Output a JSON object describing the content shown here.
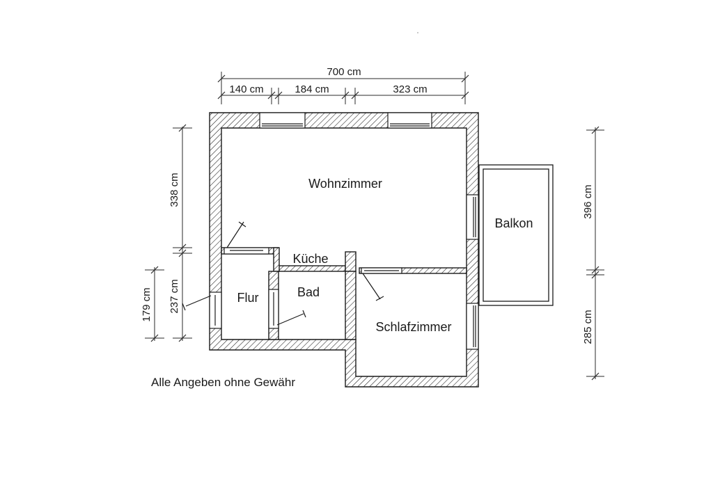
{
  "dimensions": {
    "total_width": "700 cm",
    "segment_1": "140 cm",
    "segment_2": "184 cm",
    "segment_3": "323 cm",
    "left_upper": "338 cm",
    "left_lower": "237 cm",
    "left_outer": "179 cm",
    "right_upper": "396 cm",
    "right_lower": "285 cm"
  },
  "rooms": {
    "living": "Wohnzimmer",
    "kitchen": "Küche",
    "hallway": "Flur",
    "bathroom": "Bad",
    "bedroom": "Schlafzimmer",
    "balcony": "Balkon"
  },
  "note": "Alle Angeben ohne Gewähr",
  "colors": {
    "line": "#1a1a1a",
    "background": "#ffffff"
  }
}
